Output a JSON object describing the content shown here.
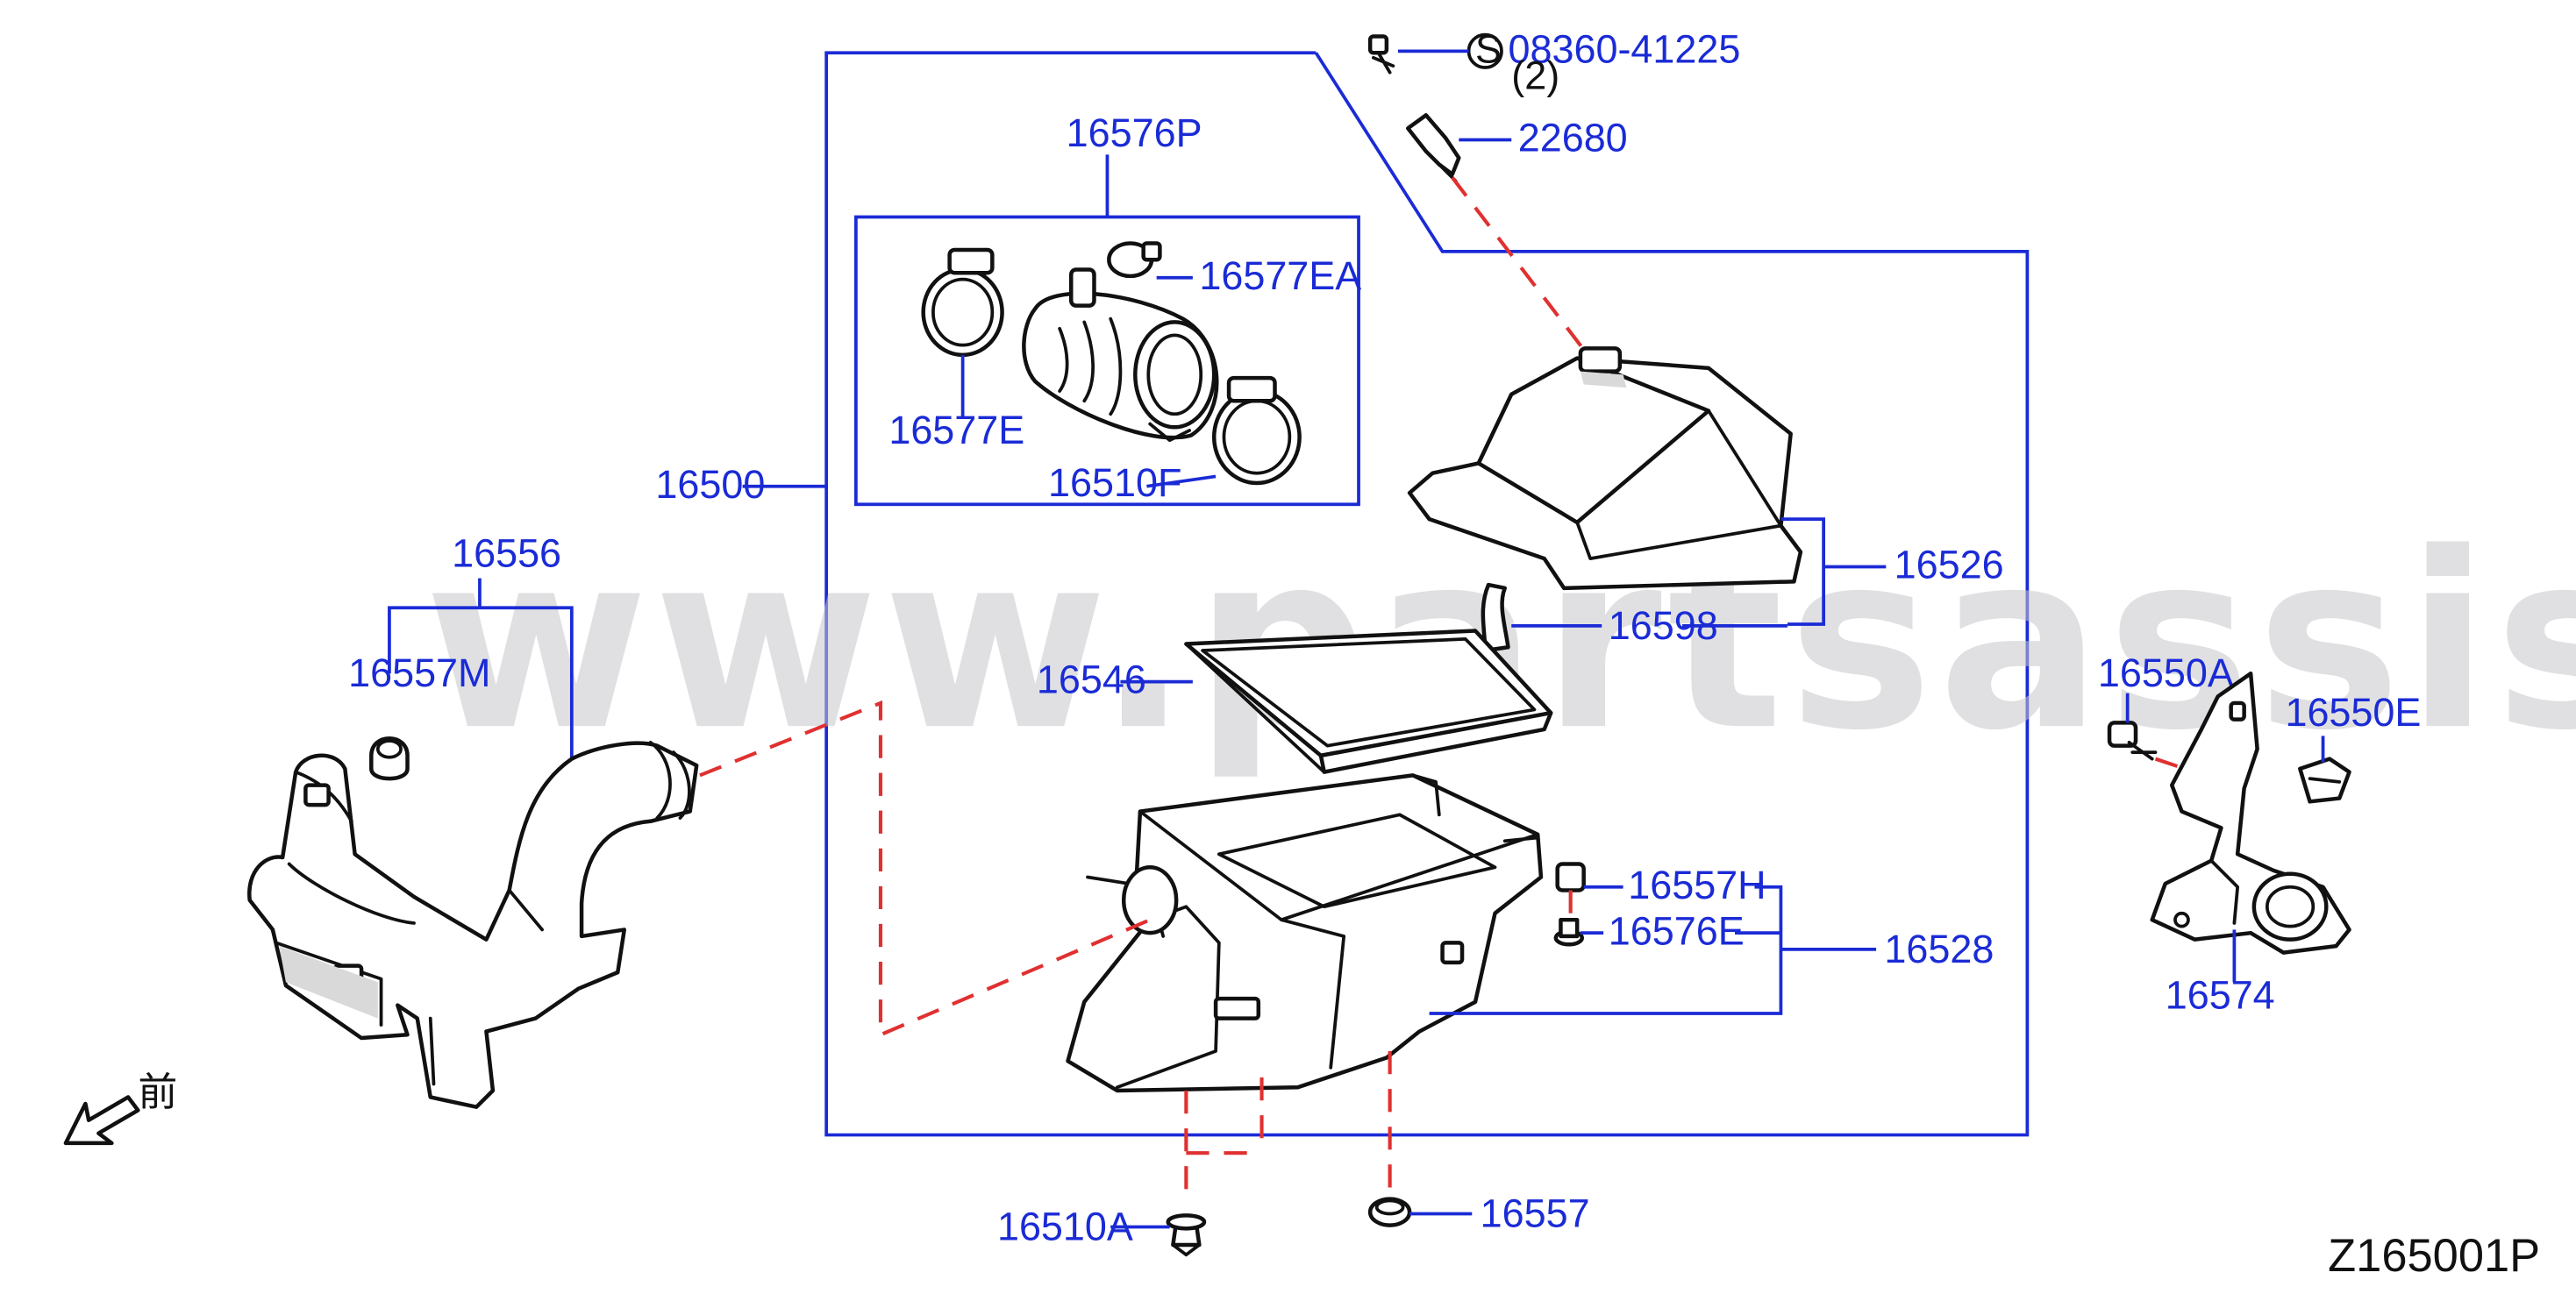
{
  "diagram": {
    "watermark": "www.partsassistant.com",
    "drawing_code": "Z165001P",
    "front_marker": "前",
    "screw_symbol": "S",
    "callouts": {
      "p08360": "08360-41225",
      "p08360_qty": "(2)",
      "p22680": "22680",
      "p16576P": "16576P",
      "p16577EA": "16577EA",
      "p16577E": "16577E",
      "p16510F": "16510F",
      "p16500": "16500",
      "p16526": "16526",
      "p16598": "16598",
      "p16546": "16546",
      "p16556": "16556",
      "p16557M": "16557M",
      "p16550A": "16550A",
      "p16550E": "16550E",
      "p16557H": "16557H",
      "p16576E": "16576E",
      "p16528": "16528",
      "p16574": "16574",
      "p16510A": "16510A",
      "p16557": "16557"
    }
  }
}
